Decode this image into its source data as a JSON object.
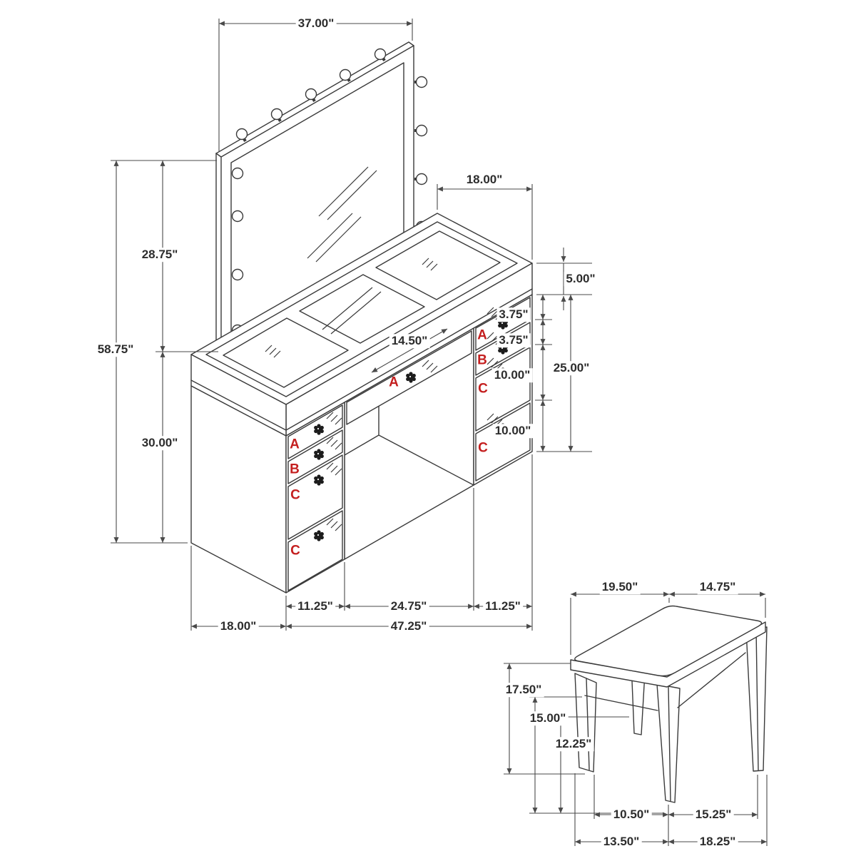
{
  "diagram_title": "vanity-and-stool-dimension-diagram",
  "colors": {
    "background": "#ffffff",
    "line": "#3a3a3a",
    "dimension_text": "#2d2d2d",
    "drawer_letter": "#c41f1f"
  },
  "vanity": {
    "mirror_width": "37.00\"",
    "top_depth": "18.00\"",
    "mirror_height": "28.75\"",
    "overall_height": "58.75\"",
    "desk_height": "30.00\"",
    "top_section_height": "5.00\"",
    "drawer_a_height": "3.75\"",
    "drawer_b_height": "3.75\"",
    "drawer_stack_height": "25.00\"",
    "drawer_c_height": "10.00\"",
    "lower_drawer_height": "10.00\"",
    "center_drawer_width": "14.50\"",
    "left_bank_width": "11.25\"",
    "center_width": "24.75\"",
    "right_bank_width": "11.25\"",
    "side_depth": "18.00\"",
    "overall_width": "47.25\""
  },
  "stool": {
    "seat_width": "19.50\"",
    "seat_depth": "14.75\"",
    "overall_height": "17.50\"",
    "seat_height": "15.00\"",
    "leg_height": "12.25\"",
    "front_leg_spacing": "10.50\"",
    "side_leg_spacing": "15.25\"",
    "base_width": "13.50\"",
    "base_depth": "18.25\""
  },
  "letters": {
    "a": "A",
    "b": "B",
    "c": "C"
  }
}
